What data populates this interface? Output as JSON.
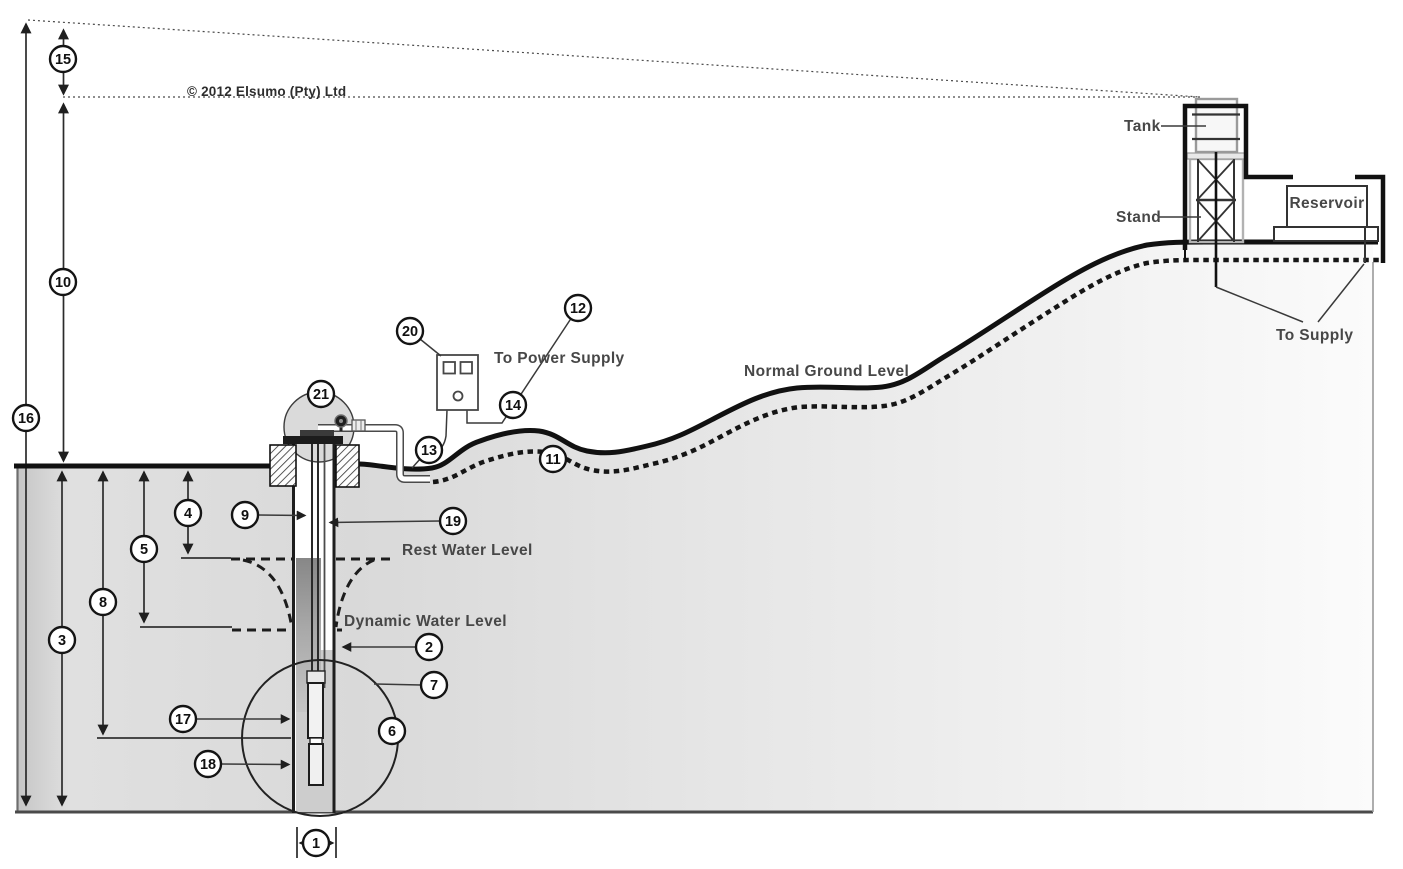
{
  "copyright": "© 2012 Elsumo (Pty) Ltd",
  "labels": {
    "rest_water_level": "Rest Water Level",
    "dynamic_water_level": "Dynamic Water Level",
    "normal_ground_level": "Normal Ground Level",
    "to_power_supply": "To Power Supply",
    "tank": "Tank",
    "stand": "Stand",
    "reservoir": "Reservoir",
    "to_supply": "To Supply"
  },
  "callouts": {
    "c1": "1",
    "c2": "2",
    "c3": "3",
    "c4": "4",
    "c5": "5",
    "c6": "6",
    "c7": "7",
    "c8": "8",
    "c9": "9",
    "c10": "10",
    "c11": "11",
    "c12": "12",
    "c13": "13",
    "c14": "14",
    "c15": "15",
    "c16": "16",
    "c17": "17",
    "c18": "18",
    "c19": "19",
    "c20": "20",
    "c21": "21"
  },
  "colors": {
    "ink": "#1a1a1a",
    "annotation_text": "#474747",
    "underground_left": "#c9c9c9",
    "underground_right": "#fafafa"
  }
}
